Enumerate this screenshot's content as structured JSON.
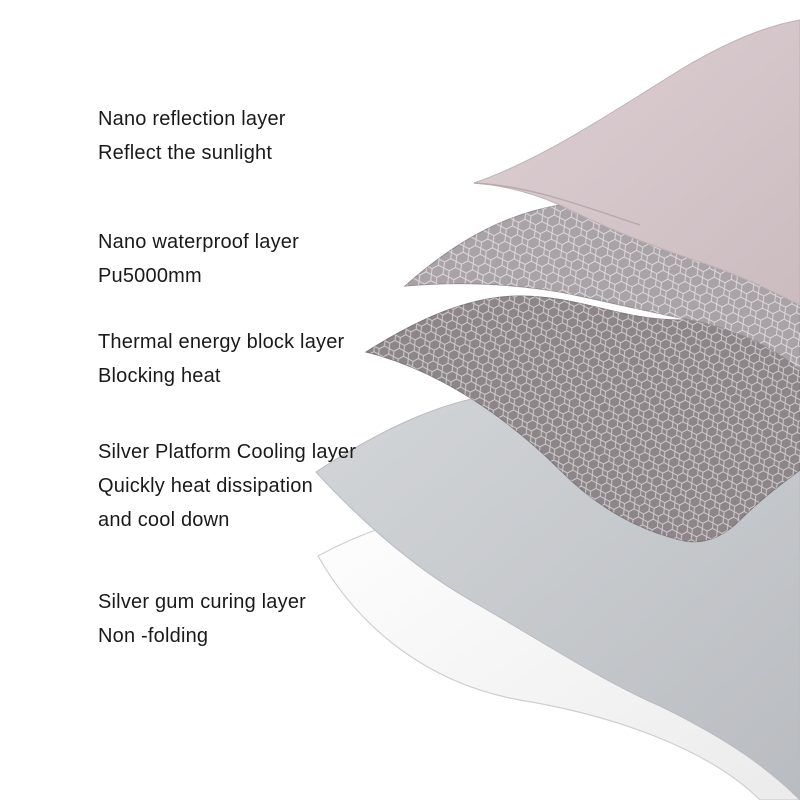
{
  "layers": [
    {
      "title": "Nano reflection layer",
      "lines": [
        "Reflect the sunlight"
      ],
      "color": "#d8cacd"
    },
    {
      "title": "Nano waterproof layer",
      "lines": [
        "Pu5000mm"
      ],
      "color": "#a9a2a6"
    },
    {
      "title": "Thermal energy block layer",
      "lines": [
        "Blocking heat"
      ],
      "color": "#8c8588"
    },
    {
      "title": "Silver Platform Cooling layer",
      "lines": [
        "Quickly heat dissipation",
        "and cool down"
      ],
      "color": "#c7cacd"
    },
    {
      "title": "Silver gum curing layer",
      "lines": [
        "Non -folding"
      ],
      "color": "#f4f4f4"
    }
  ]
}
